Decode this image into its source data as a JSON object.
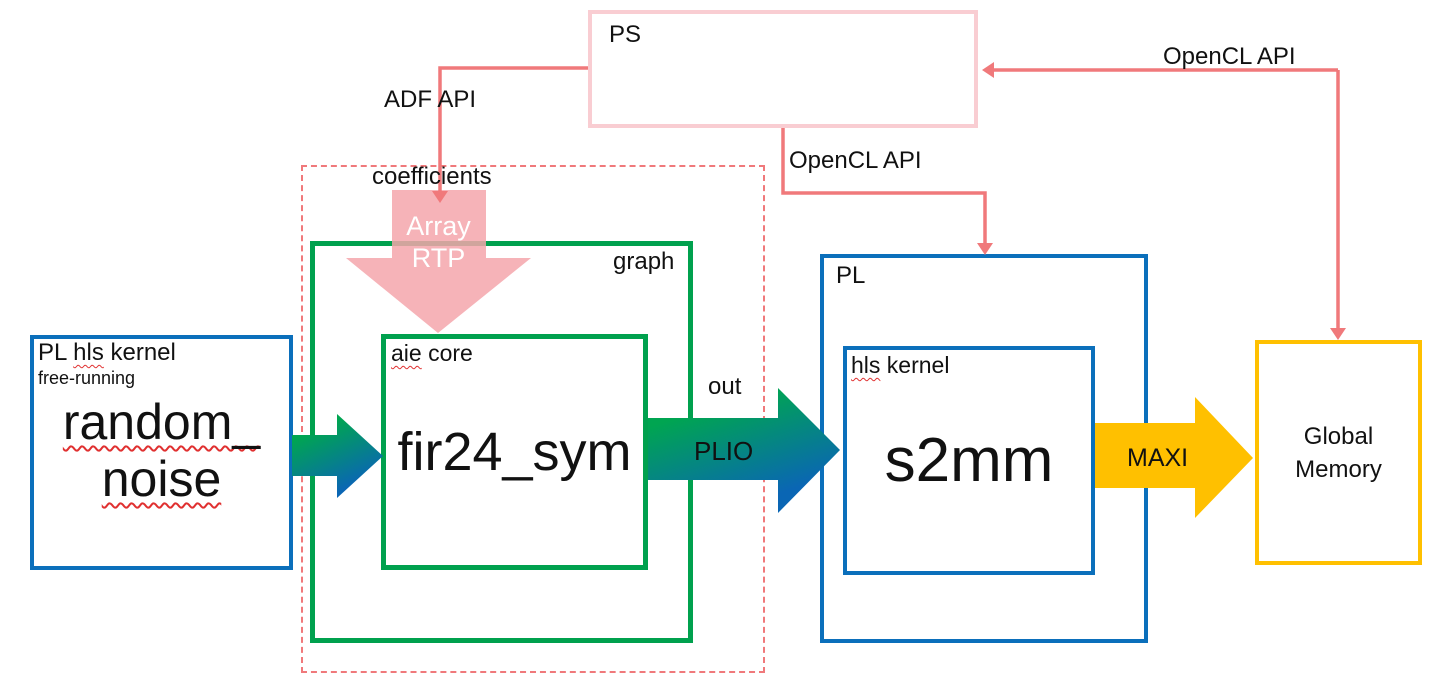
{
  "colors": {
    "blue": "#0B6FBB",
    "green": "#00A14E",
    "pink": "#F0797B",
    "pale-pink": "#F9CDD2",
    "arrow-pink": "#F4A6AC",
    "yellow": "#FFC000",
    "grad-green": "#00A551",
    "grad-blue": "#0A66B4",
    "squiggle": "#E03030",
    "ink": "#111111"
  },
  "ps_box": {
    "label": "PS"
  },
  "labels": {
    "adf_api": "ADF API",
    "opencl_api_mid": "OpenCL API",
    "opencl_api_right": "OpenCL API",
    "coefficients": "coefficients",
    "out": "out",
    "plio": "PLIO",
    "maxi": "MAXI",
    "array_rtp_line1": "Array",
    "array_rtp_line2": "RTP"
  },
  "graph_box": {
    "label": "graph"
  },
  "aie_core_box": {
    "label_aie": "aie",
    "label_core": " core",
    "kernel_name": "fir24_sym"
  },
  "random_box": {
    "title_pl": "PL ",
    "title_hls": "hls",
    "title_kernel": " kernel",
    "subtitle": "free-running",
    "name_line1": "random_",
    "name_line2": "noise"
  },
  "pl_box": {
    "label": "PL"
  },
  "hls_box": {
    "label_hls": "hls",
    "label_kernel": " kernel",
    "kernel_name": "s2mm"
  },
  "global_memory_box": {
    "label_line1": "Global",
    "label_line2": "Memory"
  }
}
